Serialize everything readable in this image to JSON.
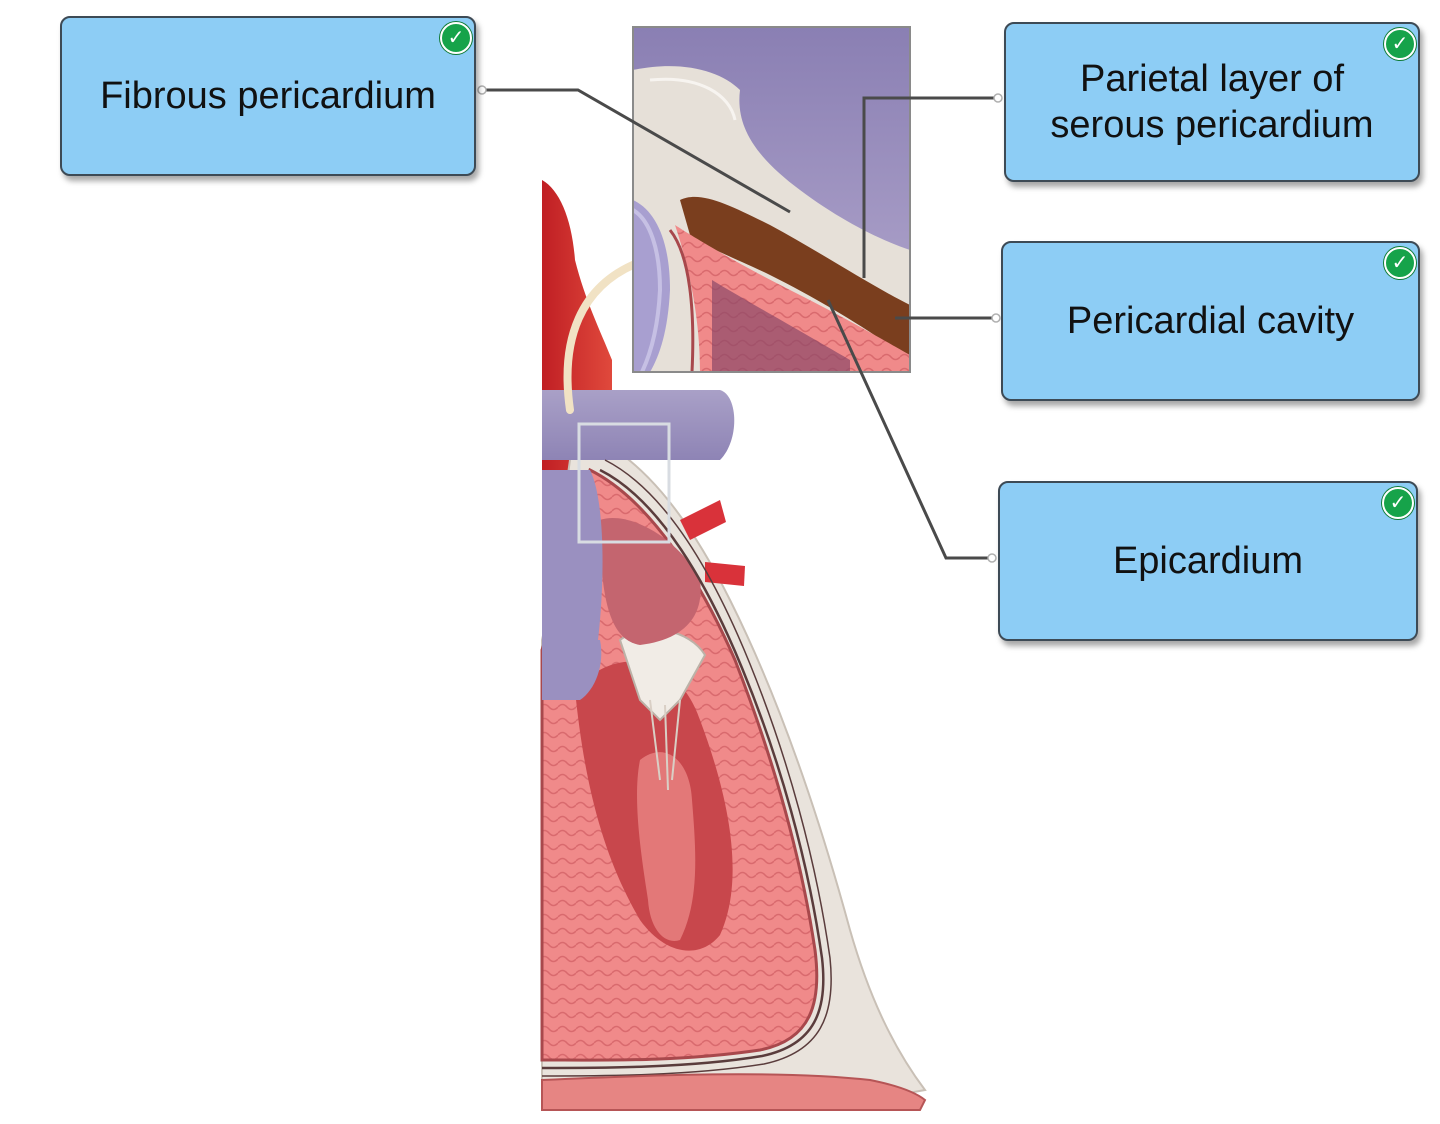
{
  "labels": {
    "fibrous": {
      "text": "Fibrous pericardium",
      "correct": true
    },
    "parietal": {
      "line1": "Parietal layer of",
      "line2": "serous pericardium",
      "correct": true
    },
    "cavity": {
      "text": "Pericardial cavity",
      "correct": true
    },
    "epicardium": {
      "text": "Epicardium",
      "correct": true
    }
  },
  "check_glyph": "✓",
  "colors": {
    "label_fill": "#8dcdf5",
    "label_border": "#3d4a55",
    "check": "#16a34a",
    "leader_line": "#4a4a4a"
  }
}
